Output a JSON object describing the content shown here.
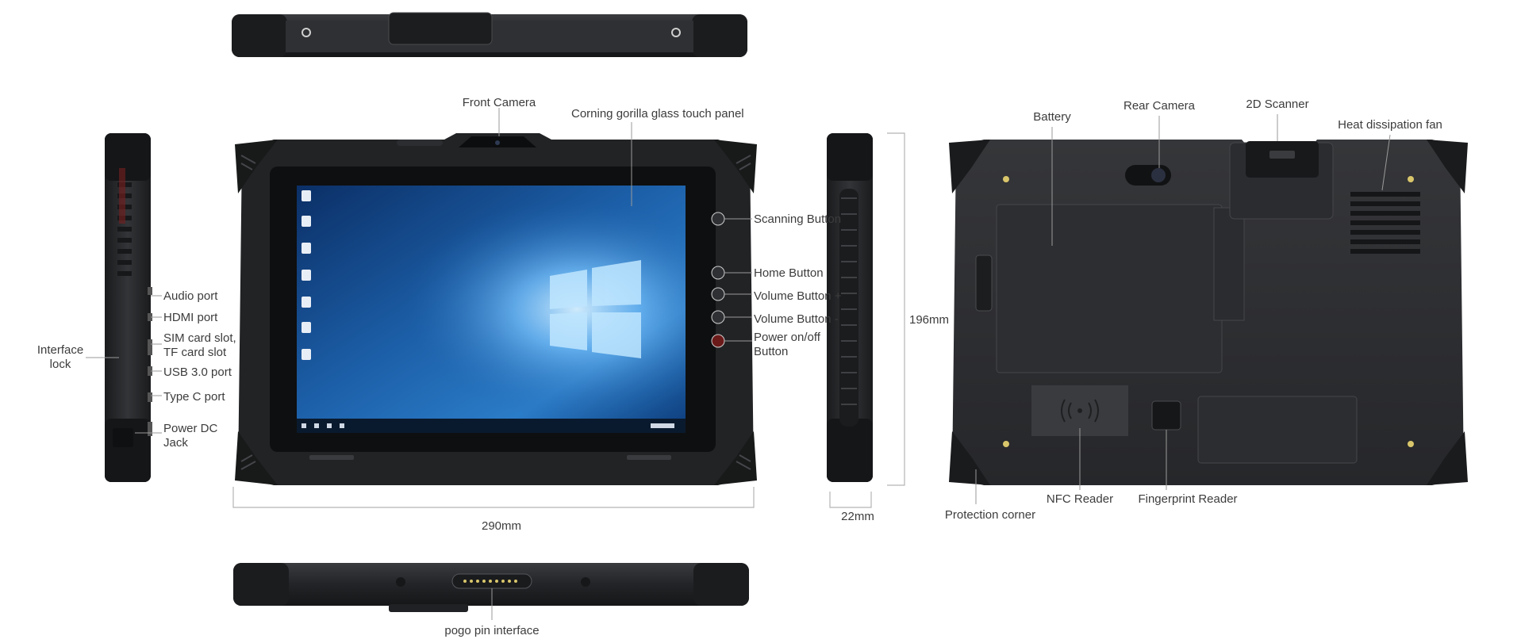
{
  "labels": {
    "front_camera": "Front Camera",
    "glass_panel": "Corning gorilla glass touch panel",
    "scanning_button": "Scanning Button",
    "home_button": "Home Button",
    "volume_plus": "Volume Button +",
    "volume_minus": "Volume Button -",
    "power_line1": "Power on/off",
    "power_line2": "Button",
    "audio_port": "Audio port",
    "hdmi_port": "HDMI port",
    "sim_line1": "SIM card slot,",
    "sim_line2": "TF card slot",
    "usb_port": "USB 3.0 port",
    "typec_port": "Type C port",
    "power_dc_line1": "Power DC",
    "power_dc_line2": "Jack",
    "interface_lock_line1": "Interface",
    "interface_lock_line2": "lock",
    "battery": "Battery",
    "rear_camera": "Rear Camera",
    "scanner_2d": "2D Scanner",
    "heat_fan": "Heat dissipation fan",
    "protection_corner": "Protection corner",
    "nfc_reader": "NFC Reader",
    "fingerprint_reader": "Fingerprint Reader",
    "pogo_pin": "pogo pin interface"
  },
  "dimensions": {
    "width": "290mm",
    "height": "196mm",
    "depth": "22mm"
  },
  "colors": {
    "body": "#2a2b2d",
    "body_dark": "#1a1b1d",
    "body_light": "#3c3d40",
    "screen_sky": "#1c5fa8",
    "screen_glow": "#9fd8ff",
    "leader": "#9a9a9a",
    "text": "#3c3c3c"
  }
}
